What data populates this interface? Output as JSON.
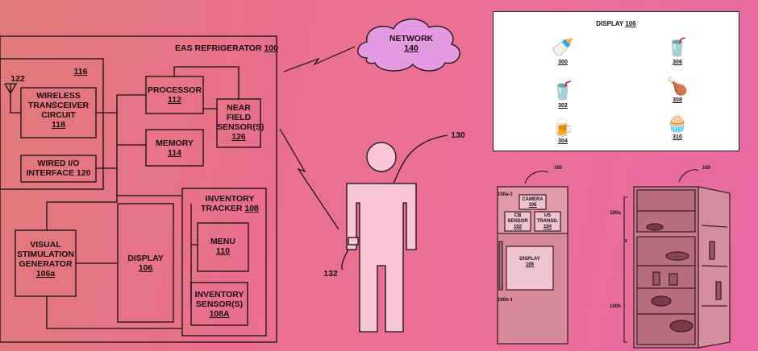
{
  "block_diagram": {
    "eas_title": "EAS REFRIGERATOR",
    "eas_num": "100",
    "box_116": "116",
    "antenna_num": "122",
    "wireless": [
      "WIRELESS",
      "TRANSCEIVER",
      "CIRCUIT"
    ],
    "wireless_num": "118",
    "wired_io": [
      "WIRED I/O",
      "INTERFACE 120"
    ],
    "processor": "PROCESSOR",
    "processor_num": "112",
    "memory": "MEMORY",
    "memory_num": "114",
    "nfc": [
      "NEAR",
      "FIELD",
      "SENSOR(S)"
    ],
    "nfc_num": "126",
    "inventory_tracker": [
      "INVENTORY",
      "TRACKER"
    ],
    "inventory_tracker_num": "108",
    "menu": "MENU",
    "menu_num": "110",
    "inv_sensor": [
      "INVENTORY",
      "SENSOR(S)"
    ],
    "inv_sensor_num": "108A",
    "visual": [
      "VISUAL",
      "STIMULATION",
      "GENERATOR"
    ],
    "visual_num": "106a",
    "display": "DISPLAY",
    "display_num": "106"
  },
  "network": {
    "label": "NETWORK",
    "num": "140"
  },
  "person": {
    "num": "130",
    "device_num": "132"
  },
  "display_panel": {
    "title": "DISPLAY",
    "title_num": "106",
    "icons": [
      {
        "name": "milk-bottle-icon",
        "glyph": "🍼",
        "num": "300"
      },
      {
        "name": "drink-glass-icon",
        "glyph": "🥤",
        "num": "306"
      },
      {
        "name": "soda-cup-icon",
        "glyph": "🥤",
        "num": "302"
      },
      {
        "name": "meat-icon",
        "glyph": "🍗",
        "num": "308"
      },
      {
        "name": "beer-mug-icon",
        "glyph": "🍺",
        "num": "304"
      },
      {
        "name": "cupcake-icon",
        "glyph": "🧁",
        "num": "310"
      }
    ]
  },
  "fridge_closed": {
    "num": "100",
    "top_num": "100a-1",
    "camera": "CAMERA",
    "camera_num": "105",
    "cb_sensor": [
      "CB",
      "SENSOR"
    ],
    "cb_num": "102",
    "us_trans": [
      "US",
      "TRANSD."
    ],
    "us_num": "104",
    "display": "DISPLAY",
    "display_num": "106",
    "bottom_num": "100b-1"
  },
  "fridge_open": {
    "num": "100",
    "top_num": "100a",
    "bottom_num": "100b"
  }
}
